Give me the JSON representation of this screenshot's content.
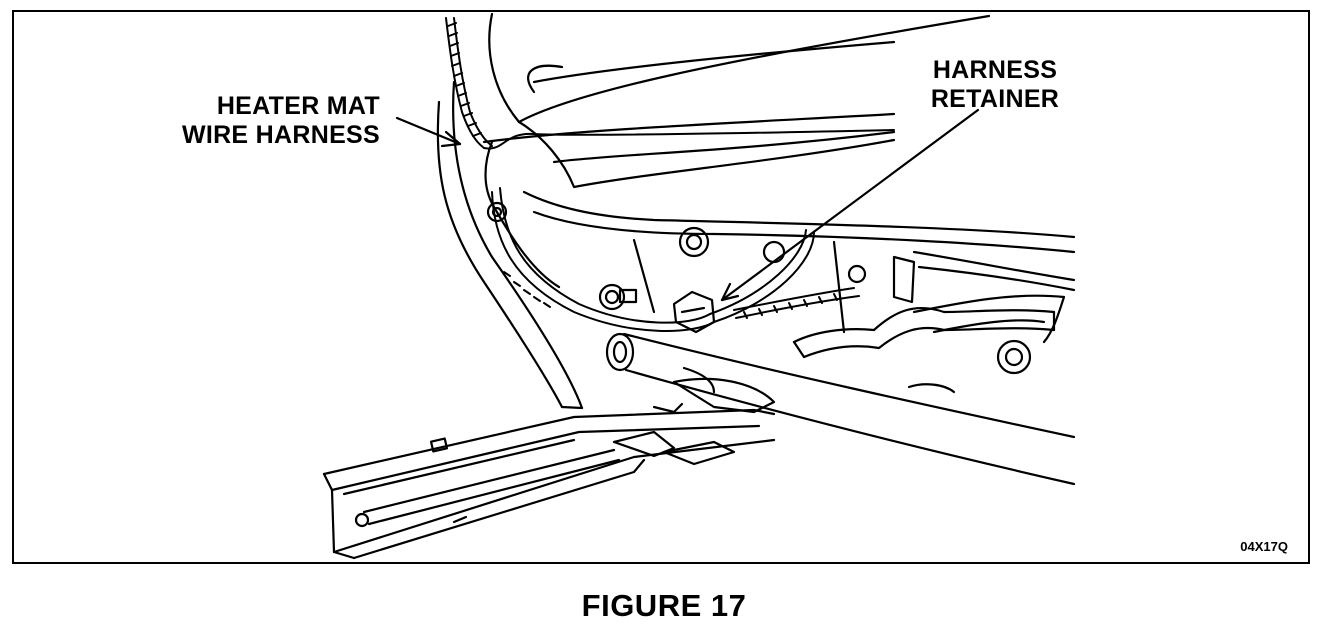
{
  "figure": {
    "caption": "FIGURE 17",
    "code": "04X17Q"
  },
  "callouts": {
    "heater_mat": {
      "line1": "HEATER MAT",
      "line2": "WIRE HARNESS"
    },
    "harness_retainer": {
      "line1": "HARNESS",
      "line2": "RETAINER"
    }
  },
  "colors": {
    "ink": "#000000",
    "paper": "#ffffff"
  }
}
